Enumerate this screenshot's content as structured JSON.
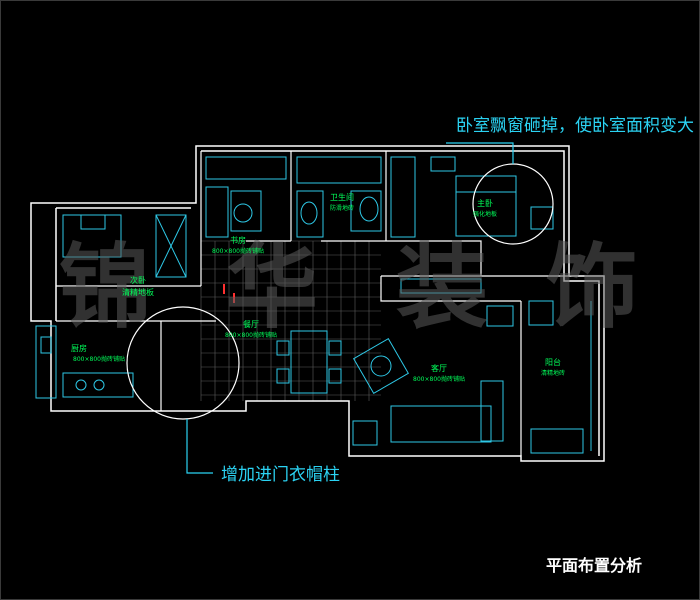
{
  "watermark": {
    "chars": [
      "锦",
      "华",
      "装",
      "饰"
    ]
  },
  "annotations": {
    "bedroom_bay": "卧室飘窗砸掉，使卧室面积变大",
    "entry_wardrobe": "增加进门衣帽柱"
  },
  "caption": "平面布置分析",
  "rooms": {
    "study": {
      "name": "书房",
      "floor": "800×800抛砖铺贴"
    },
    "bathroom": {
      "name": "卫生间",
      "floor": "防滑地砖"
    },
    "master_bedroom": {
      "name": "主卧",
      "floor": "强化地板"
    },
    "second_bedroom": {
      "name": "次卧",
      "floor": "清精地板"
    },
    "dining": {
      "name": "餐厅",
      "floor": "800×800抛砖铺贴"
    },
    "kitchen": {
      "name": "厨房",
      "floor": "800×800抛砖铺贴"
    },
    "living": {
      "name": "客厅",
      "floor": "800×800抛砖铺贴"
    },
    "balcony": {
      "name": "阳台",
      "floor": "清精地砖"
    }
  },
  "colors": {
    "wall": "#ffffff",
    "furniture": "#2ec8e6",
    "floor_grid": "#b8b8b8",
    "text": "#00ff5a",
    "annotation": "#2bd3f3"
  }
}
